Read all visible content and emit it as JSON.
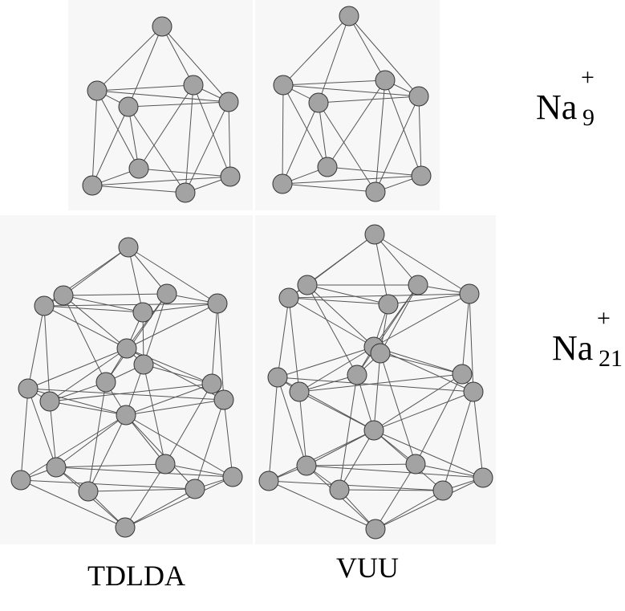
{
  "clusters": [
    {
      "name": "na9",
      "formula": {
        "symbol": "Na",
        "subscript": "9",
        "superscript": "+"
      }
    },
    {
      "name": "na21",
      "formula": {
        "symbol": "Na",
        "subscript": "21",
        "superscript": "+"
      }
    }
  ],
  "columns": [
    {
      "label": "TDLDA"
    },
    {
      "label": "VUU"
    }
  ],
  "colors": {
    "atom_fill": "#a3a3a3",
    "atom_stroke": "#333333",
    "bond": "#555555",
    "panel_bg": "#f7f7f7"
  }
}
